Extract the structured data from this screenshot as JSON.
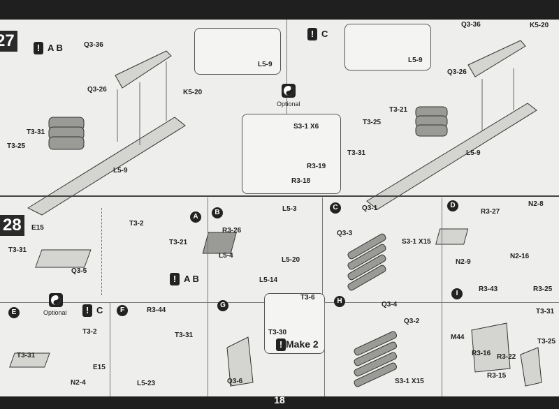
{
  "page_number": "18",
  "steps": {
    "s27": {
      "number": "27",
      "left_variant": "A B",
      "right_variant": "C",
      "optional_label": "Optional",
      "labels_left": [
        "Q3-36",
        "Q3-26",
        "K5-20",
        "T3-31",
        "T3-25",
        "L5-9"
      ],
      "inset_left_label": "L5-9",
      "optional_labels": [
        "S3-1 X6",
        "R3-19",
        "R3-18"
      ],
      "labels_right": [
        "Q3-36",
        "K5-20",
        "Q3-26",
        "T3-21",
        "T3-25",
        "T3-31",
        "L5-9"
      ],
      "inset_right_label": "L5-9"
    },
    "s28": {
      "number": "28",
      "main_labels": [
        "E15",
        "T3-31",
        "Q3-5"
      ],
      "sub_a": {
        "letter": "A",
        "labels": [
          "T3-2",
          "T3-21"
        ],
        "variant": "A B"
      },
      "sub_b": {
        "letter": "B",
        "labels": [
          "L5-3",
          "R3-26",
          "L5-4",
          "L5-20",
          "L5-14"
        ]
      },
      "sub_c": {
        "letter": "C",
        "labels": [
          "Q3-1",
          "Q3-3",
          "S3-1 X15"
        ]
      },
      "sub_d": {
        "letter": "D",
        "labels": [
          "N2-8",
          "R3-27",
          "N2-9",
          "N2-16"
        ]
      },
      "sub_e": {
        "letter": "E",
        "optional": "Optional",
        "variant": "C",
        "labels": [
          "T3-2",
          "T3-31",
          "E15",
          "N2-4"
        ]
      },
      "sub_f": {
        "letter": "F",
        "labels": [
          "R3-44",
          "T3-31",
          "L5-23"
        ]
      },
      "sub_g": {
        "letter": "G",
        "labels": [
          "T3-6",
          "T3-30",
          "Q3-6"
        ],
        "make": "Make 2"
      },
      "sub_h": {
        "letter": "H",
        "labels": [
          "Q3-4",
          "Q3-2",
          "S3-1 X15"
        ]
      },
      "sub_i": {
        "letter": "I",
        "labels": [
          "R3-43",
          "R3-25",
          "T3-31",
          "M44",
          "R3-16",
          "R3-22",
          "T3-25",
          "R3-15"
        ]
      }
    }
  }
}
